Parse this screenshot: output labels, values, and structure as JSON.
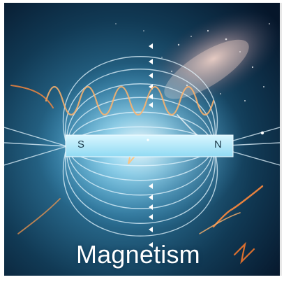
{
  "magnet": {
    "south_label": "S",
    "north_label": "N"
  },
  "caption": {
    "text": "Magnetism"
  }
}
